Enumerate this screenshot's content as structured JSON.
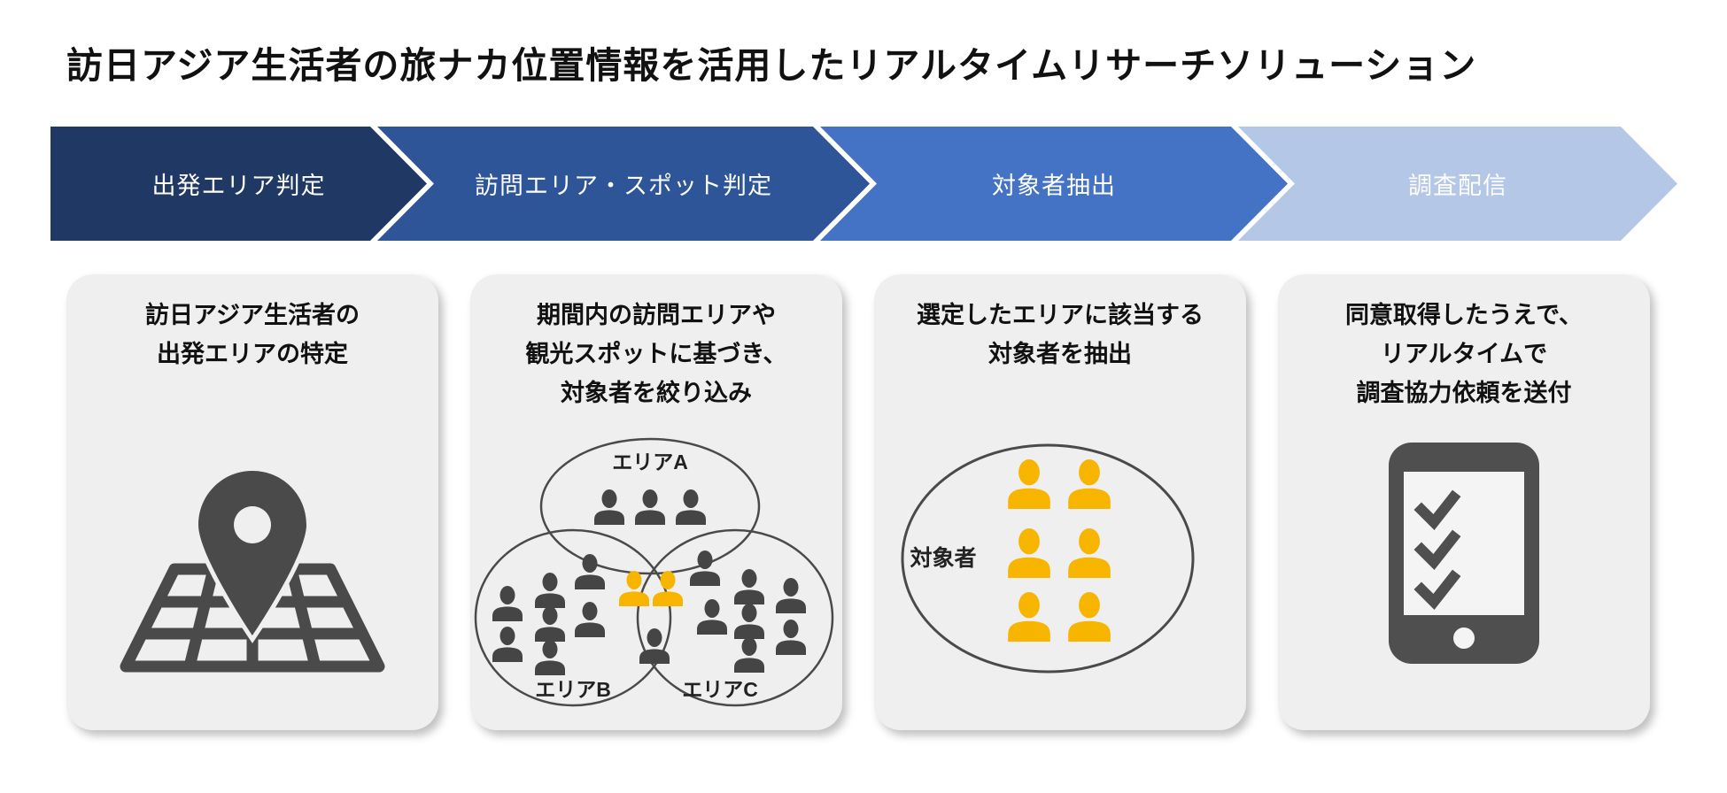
{
  "title": "訪日アジア生活者の旅ナカ位置情報を活用したリアルタイムリサーチソリューション",
  "process_steps": [
    {
      "label": "出発エリア判定",
      "color": "#1F3864"
    },
    {
      "label": "訪問エリア・スポット判定",
      "color": "#2E5597"
    },
    {
      "label": "対象者抽出",
      "color": "#4472C4"
    },
    {
      "label": "調査配信",
      "color": "#B4C7E7"
    }
  ],
  "cards": [
    {
      "step": 1,
      "icon": "map-pin-on-map",
      "lines": [
        "訪日アジア生活者の",
        "出発エリアの特定"
      ]
    },
    {
      "step": 2,
      "icon": "venn-diagram",
      "lines": [
        "期間内の訪問エリアや",
        "観光スポットに基づき、",
        "対象者を絞り込み"
      ],
      "venn": {
        "areas": [
          {
            "label": "エリアA",
            "people": 3
          },
          {
            "label": "エリアB",
            "people": 9
          },
          {
            "label": "エリアC",
            "people": 9
          }
        ],
        "highlighted_people": 2
      }
    },
    {
      "step": 3,
      "icon": "target-group-ellipse",
      "lines": [
        "選定したエリアに該当する",
        "対象者を抽出"
      ],
      "group_label": "対象者",
      "highlighted_people": 6
    },
    {
      "step": 4,
      "icon": "smartphone-checklist",
      "lines": [
        "同意取得したうえで、",
        "リアルタイムで",
        "調査協力依頼を送付"
      ],
      "checkmarks": 3
    }
  ],
  "colors": {
    "chevron_1": "#1F3864",
    "chevron_2": "#2E5597",
    "chevron_3": "#4472C4",
    "chevron_4": "#B4C7E7",
    "chevron_text": "#FFFFFF",
    "highlight_yellow": "#F7B500",
    "icon_gray": "#4A4A4A",
    "card_background": "#EFEFEF"
  }
}
